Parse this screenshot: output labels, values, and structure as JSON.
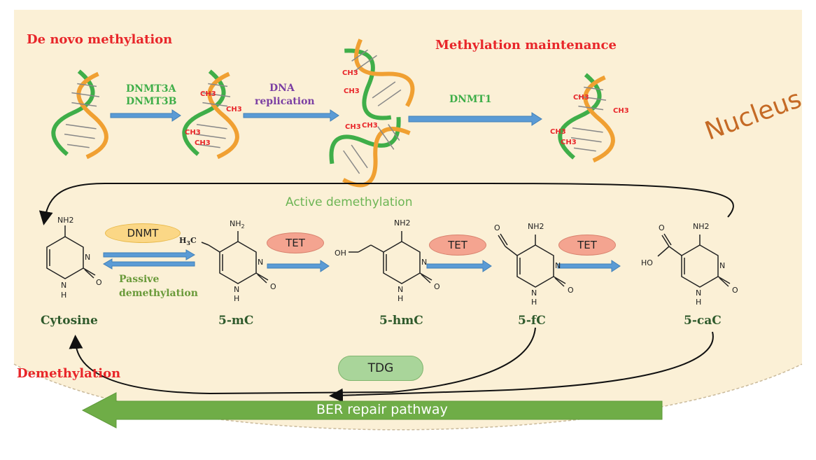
{
  "titles": {
    "de_novo": "De novo methylation",
    "maintenance": "Methylation maintenance",
    "demethylation": "Demethylation",
    "active_demethylation": "Active demethylation",
    "nucleus": "Nucleus"
  },
  "enzymes": {
    "dnmt3a": "DNMT3A",
    "dnmt3b": "DNMT3B",
    "dna_replication_1": "DNA",
    "dna_replication_2": "replication",
    "dnmt1": "DNMT1",
    "dnmt": "DNMT",
    "tet": "TET",
    "tdg": "TDG",
    "passive_1": "Passive",
    "passive_2": "demethylation"
  },
  "methyl_label": "CH3",
  "pathway": "BER repair pathway",
  "compounds": {
    "cytosine": "Cytosine",
    "mc": "5-mC",
    "hmc": "5-hmC",
    "fc": "5-fC",
    "cac": "5-caC"
  },
  "atoms": {
    "nh2": "NH2",
    "nh2_sub": "NH",
    "two": "2",
    "h3c_h": "H",
    "three": "3",
    "h3c_c": "C",
    "n": "N",
    "h": "H",
    "o": "O",
    "oh": "OH",
    "ho": "HO"
  },
  "colors": {
    "background": "#fbf0d6",
    "arrow_blue": "#5b9bd5",
    "ber_green": "#6fad47",
    "strand_green": "#3fae49",
    "strand_orange": "#f0a032",
    "title_red": "#e8262a",
    "compound_green": "#2f5a2c",
    "nucleus_orange": "#c56a25"
  }
}
